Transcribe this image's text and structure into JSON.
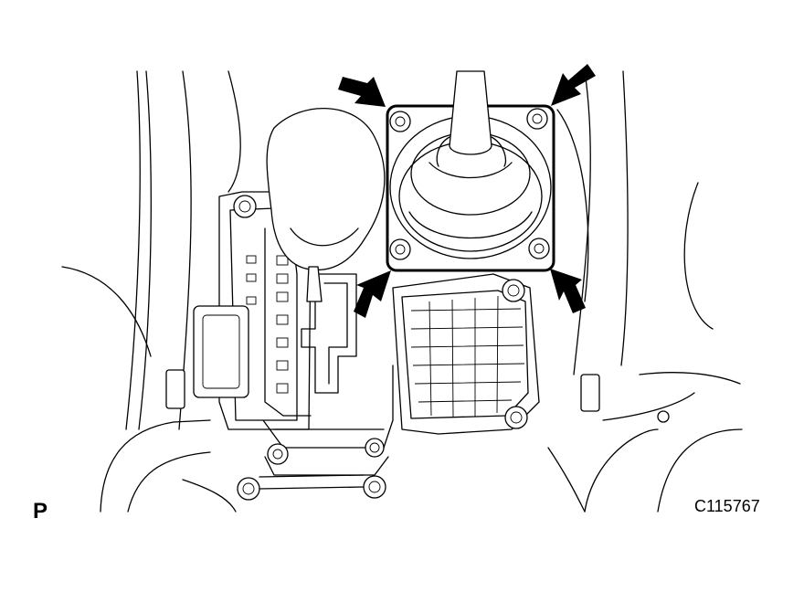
{
  "labels": {
    "view": "P",
    "figure_code": "C115767"
  },
  "colors": {
    "line": "#000000",
    "background": "#ffffff"
  },
  "callouts": {
    "arrow_count": 4,
    "bolt_count": 4
  }
}
